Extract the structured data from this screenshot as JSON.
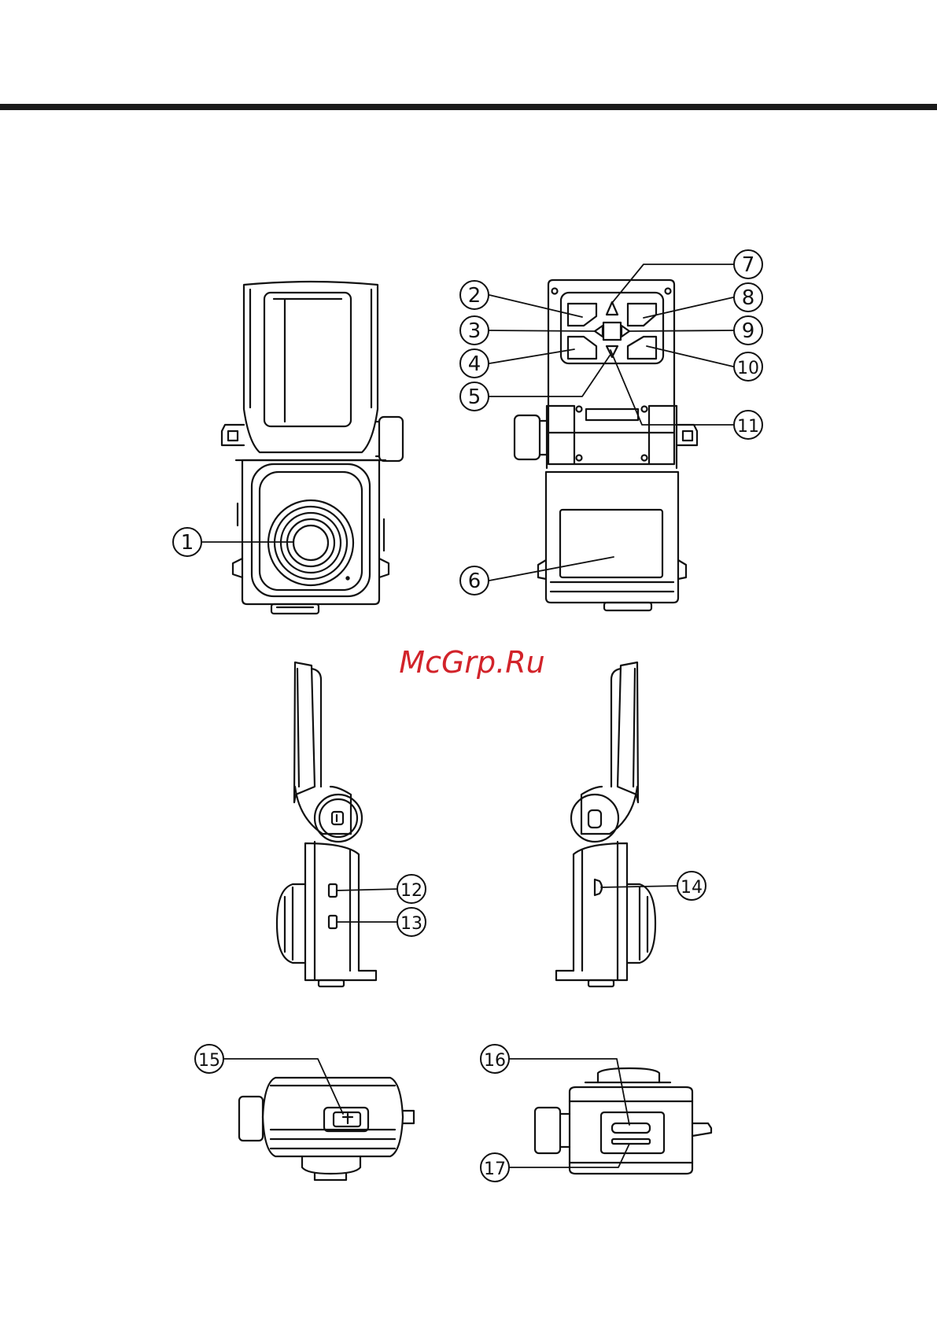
{
  "watermark": {
    "text": "McGrp.Ru",
    "color": "#d2232a"
  },
  "colors": {
    "line": "#111111",
    "rule": "#1a1a1a",
    "paper": "#ffffff"
  },
  "callouts": [
    "1",
    "2",
    "3",
    "4",
    "5",
    "6",
    "7",
    "8",
    "9",
    "10",
    "11",
    "12",
    "13",
    "14",
    "15",
    "16",
    "17"
  ],
  "views": {
    "front": "front-view",
    "back": "back-view",
    "left": "left-side-view",
    "right": "right-side-view",
    "top": "top-view",
    "bottom": "bottom-view"
  }
}
